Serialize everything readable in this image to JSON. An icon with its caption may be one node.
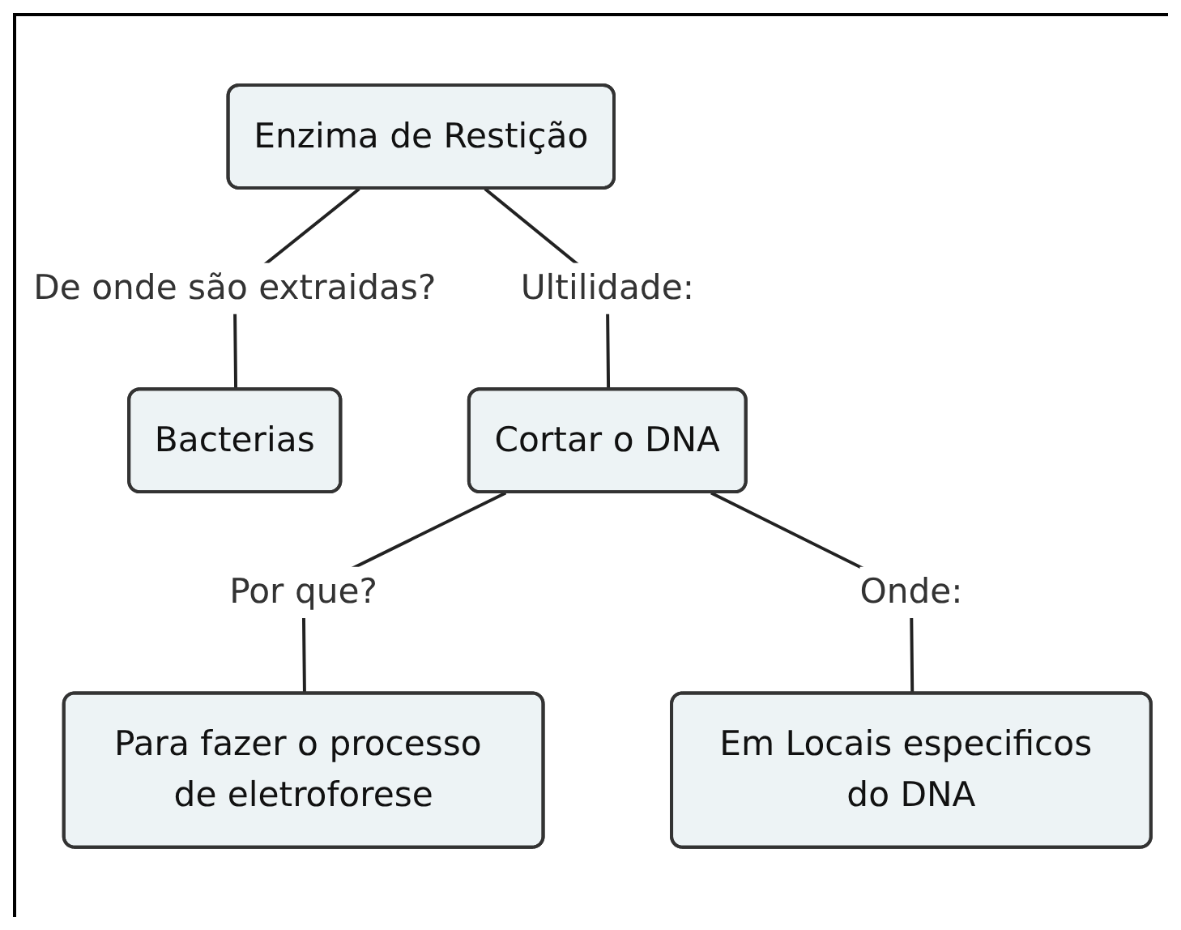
{
  "diagram": {
    "nodes": [
      {
        "text": [
          "Enzima de Restição"
        ]
      },
      {
        "text": [
          "Bacterias"
        ]
      },
      {
        "text": [
          "Cortar o DNA"
        ]
      },
      {
        "text": [
          "Para fazer o processo de eletroforese"
        ]
      },
      {
        "text": [
          "Em Locais especificos do DNA"
        ]
      }
    ],
    "edges": [
      {
        "from": 0,
        "to": 2,
        "arrow": "none",
        "label": "Ultilidade:"
      },
      {
        "from": 0,
        "to": 1,
        "arrow": "none",
        "label": "De onde são extraidas?"
      },
      {
        "from": 2,
        "to": 3,
        "arrow": "none",
        "label": "Por que?"
      },
      {
        "from": 2,
        "to": 4,
        "arrow": "none",
        "label": "Onde:"
      }
    ]
  }
}
